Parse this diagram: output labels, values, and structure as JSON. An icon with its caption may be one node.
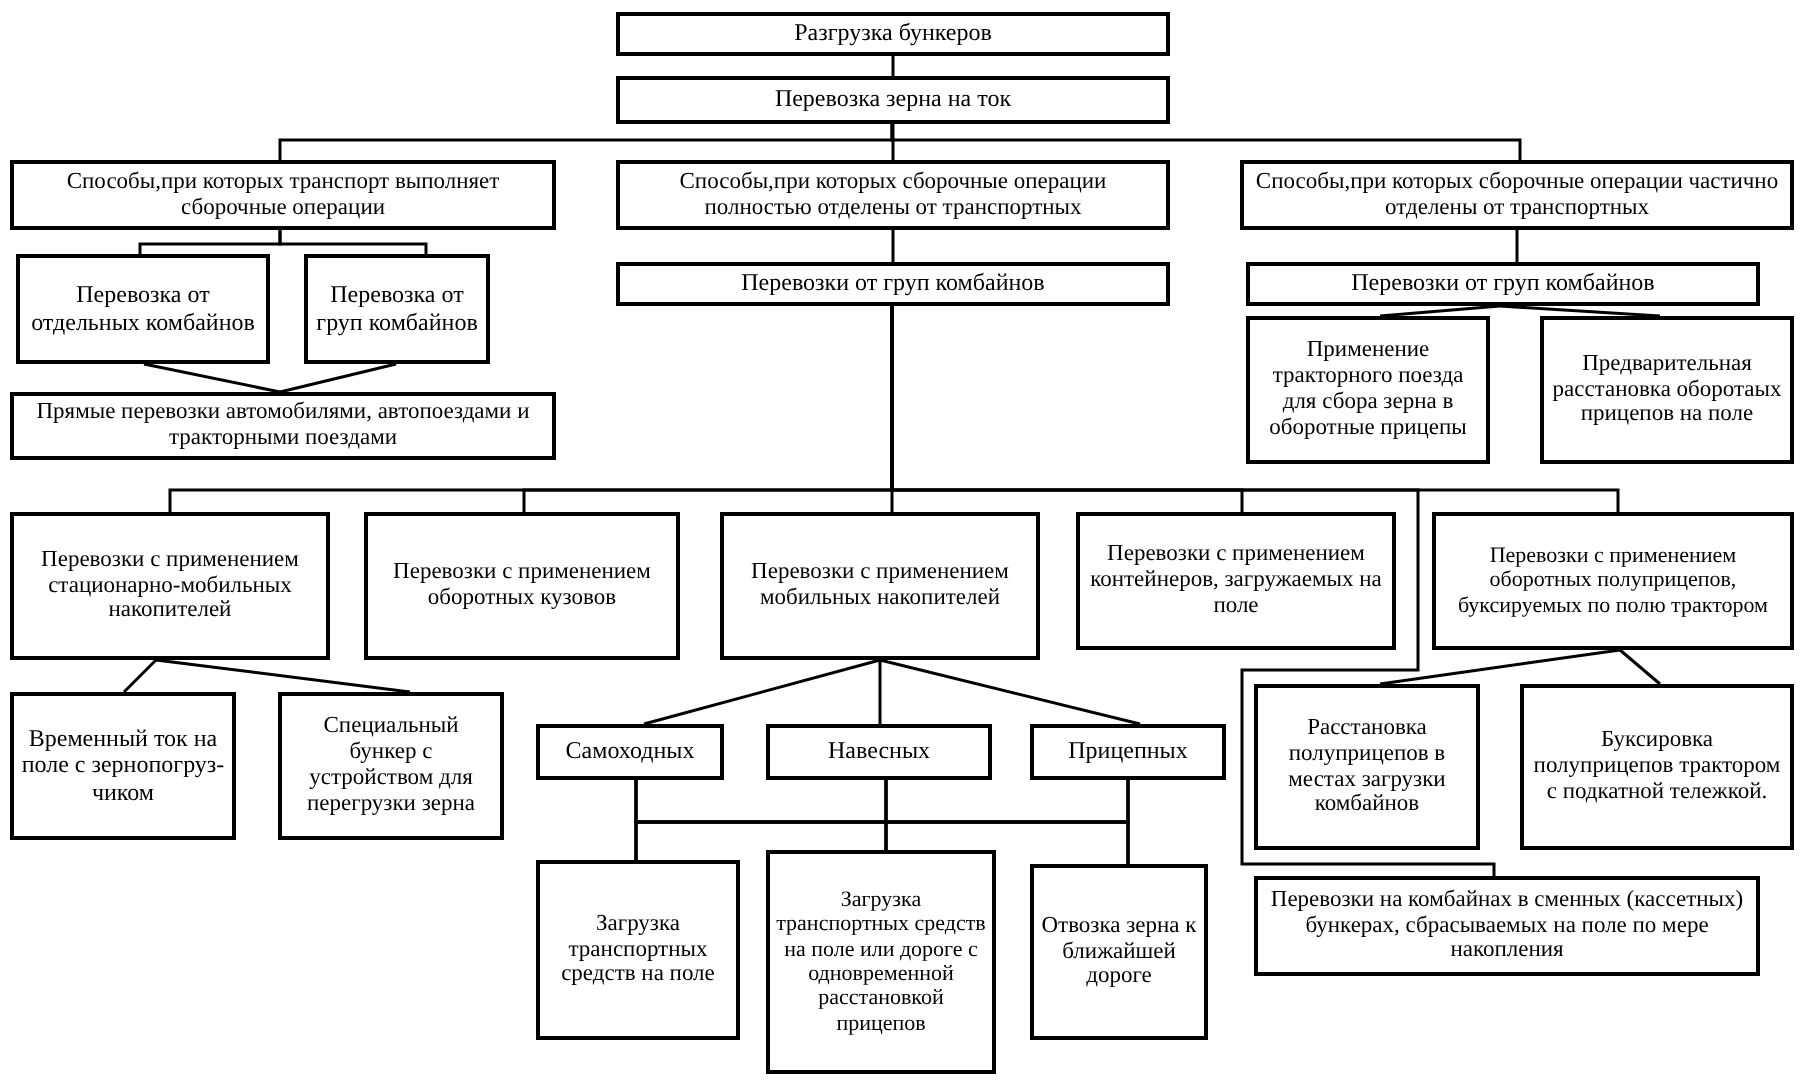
{
  "diagram": {
    "nodes": [
      {
        "text": [
          "Разгрузка бункеров"
        ]
      },
      {
        "text": [
          "Перевозка зерна на ток"
        ]
      },
      {
        "text": [
          "Способы,при которых транспорт выполняет сборочные операции"
        ]
      },
      {
        "text": [
          "Способы,при которых сборочные операции полностью отделены от транспортных"
        ]
      },
      {
        "text": [
          "Способы,при которых сборочные операции частично отделены от транспортных"
        ]
      },
      {
        "text": [
          "Перевозка от отдельных комбайнов"
        ]
      },
      {
        "text": [
          "Перевозка от груп комбайнов"
        ]
      },
      {
        "text": [
          "Прямые перевозки автомобилями, автопоездами и тракторными поездами"
        ]
      },
      {
        "text": [
          "Перевозки от груп комбайнов"
        ]
      },
      {
        "text": [
          "Перевозки от груп комбайнов"
        ]
      },
      {
        "text": [
          "Применение тракторного поезда для сбора зерна в оборотные прицепы"
        ]
      },
      {
        "text": [
          "Предварительная расстановка оборотаых прицепов на поле"
        ]
      },
      {
        "text": [
          "Перевозки с применением стационарно-мобильных накопителей"
        ]
      },
      {
        "text": [
          "Перевозки с применением оборотных кузовов"
        ]
      },
      {
        "text": [
          "Перевозки с применением мобильных накопителей"
        ]
      },
      {
        "text": [
          "Перевозки с применением контейнеров, загружаемых на поле"
        ]
      },
      {
        "text": [
          "Перевозки с применением оборотных полуприцепов, буксируемых по полю трактором"
        ]
      },
      {
        "text": [
          "Временный ток на поле с зернопогруз- чиком"
        ]
      },
      {
        "text": [
          "Специальный бункер с устройством для перегрузки зерна"
        ]
      },
      {
        "text": [
          "Самоходных"
        ]
      },
      {
        "text": [
          "Навесных"
        ]
      },
      {
        "text": [
          "Прицепных"
        ]
      },
      {
        "text": [
          "Расстановка полуприцепов в местах загрузки комбайнов"
        ]
      },
      {
        "text": [
          "Буксировка полуприцепов трактором с подкатной тележкой."
        ]
      },
      {
        "text": [
          "Перевозки на комбайнах в сменных (кассетных) бункерах, сбрасываемых на поле по мере накопления"
        ]
      },
      {
        "text": [
          "Загрузка транспортных средств на поле"
        ]
      },
      {
        "text": [
          "Загрузка транспортных средств на поле или дороге с одновременной расстановкой прицепов"
        ]
      },
      {
        "text": [
          "Отвозка зерна к ближайшей дороге"
        ]
      }
    ],
    "edges": [
      {
        "from": 0,
        "to": 1,
        "arrow": "none"
      },
      {
        "from": 1,
        "to": 2,
        "arrow": "none"
      },
      {
        "from": 1,
        "to": 3,
        "arrow": "none"
      },
      {
        "from": 1,
        "to": 4,
        "arrow": "none"
      },
      {
        "from": 2,
        "to": 5,
        "arrow": "none"
      },
      {
        "from": 2,
        "to": 6,
        "arrow": "none"
      },
      {
        "from": 5,
        "to": 7,
        "arrow": "none"
      },
      {
        "from": 6,
        "to": 7,
        "arrow": "none"
      },
      {
        "from": 3,
        "to": 8,
        "arrow": "none"
      },
      {
        "from": 4,
        "to": 9,
        "arrow": "none"
      },
      {
        "from": 9,
        "to": 10,
        "arrow": "none"
      },
      {
        "from": 9,
        "to": 11,
        "arrow": "none"
      },
      {
        "from": 8,
        "to": 12,
        "arrow": "none"
      },
      {
        "from": 8,
        "to": 13,
        "arrow": "none"
      },
      {
        "from": 8,
        "to": 14,
        "arrow": "none"
      },
      {
        "from": 8,
        "to": 15,
        "arrow": "none"
      },
      {
        "from": 8,
        "to": 16,
        "arrow": "none"
      },
      {
        "from": 8,
        "to": 24,
        "arrow": "none"
      },
      {
        "from": 12,
        "to": 17,
        "arrow": "none"
      },
      {
        "from": 12,
        "to": 18,
        "arrow": "none"
      },
      {
        "from": 14,
        "to": 19,
        "arrow": "none"
      },
      {
        "from": 14,
        "to": 20,
        "arrow": "none"
      },
      {
        "from": 14,
        "to": 21,
        "arrow": "none"
      },
      {
        "from": 16,
        "to": 22,
        "arrow": "none"
      },
      {
        "from": 16,
        "to": 23,
        "arrow": "none"
      },
      {
        "from": 19,
        "to": 25,
        "arrow": "none"
      },
      {
        "from": 19,
        "to": 26,
        "arrow": "none"
      },
      {
        "from": 19,
        "to": 27,
        "arrow": "none"
      },
      {
        "from": 20,
        "to": 25,
        "arrow": "none"
      },
      {
        "from": 20,
        "to": 26,
        "arrow": "none"
      },
      {
        "from": 20,
        "to": 27,
        "arrow": "none"
      },
      {
        "from": 21,
        "to": 25,
        "arrow": "none"
      },
      {
        "from": 21,
        "to": 26,
        "arrow": "none"
      },
      {
        "from": 21,
        "to": 27,
        "arrow": "none"
      }
    ]
  }
}
